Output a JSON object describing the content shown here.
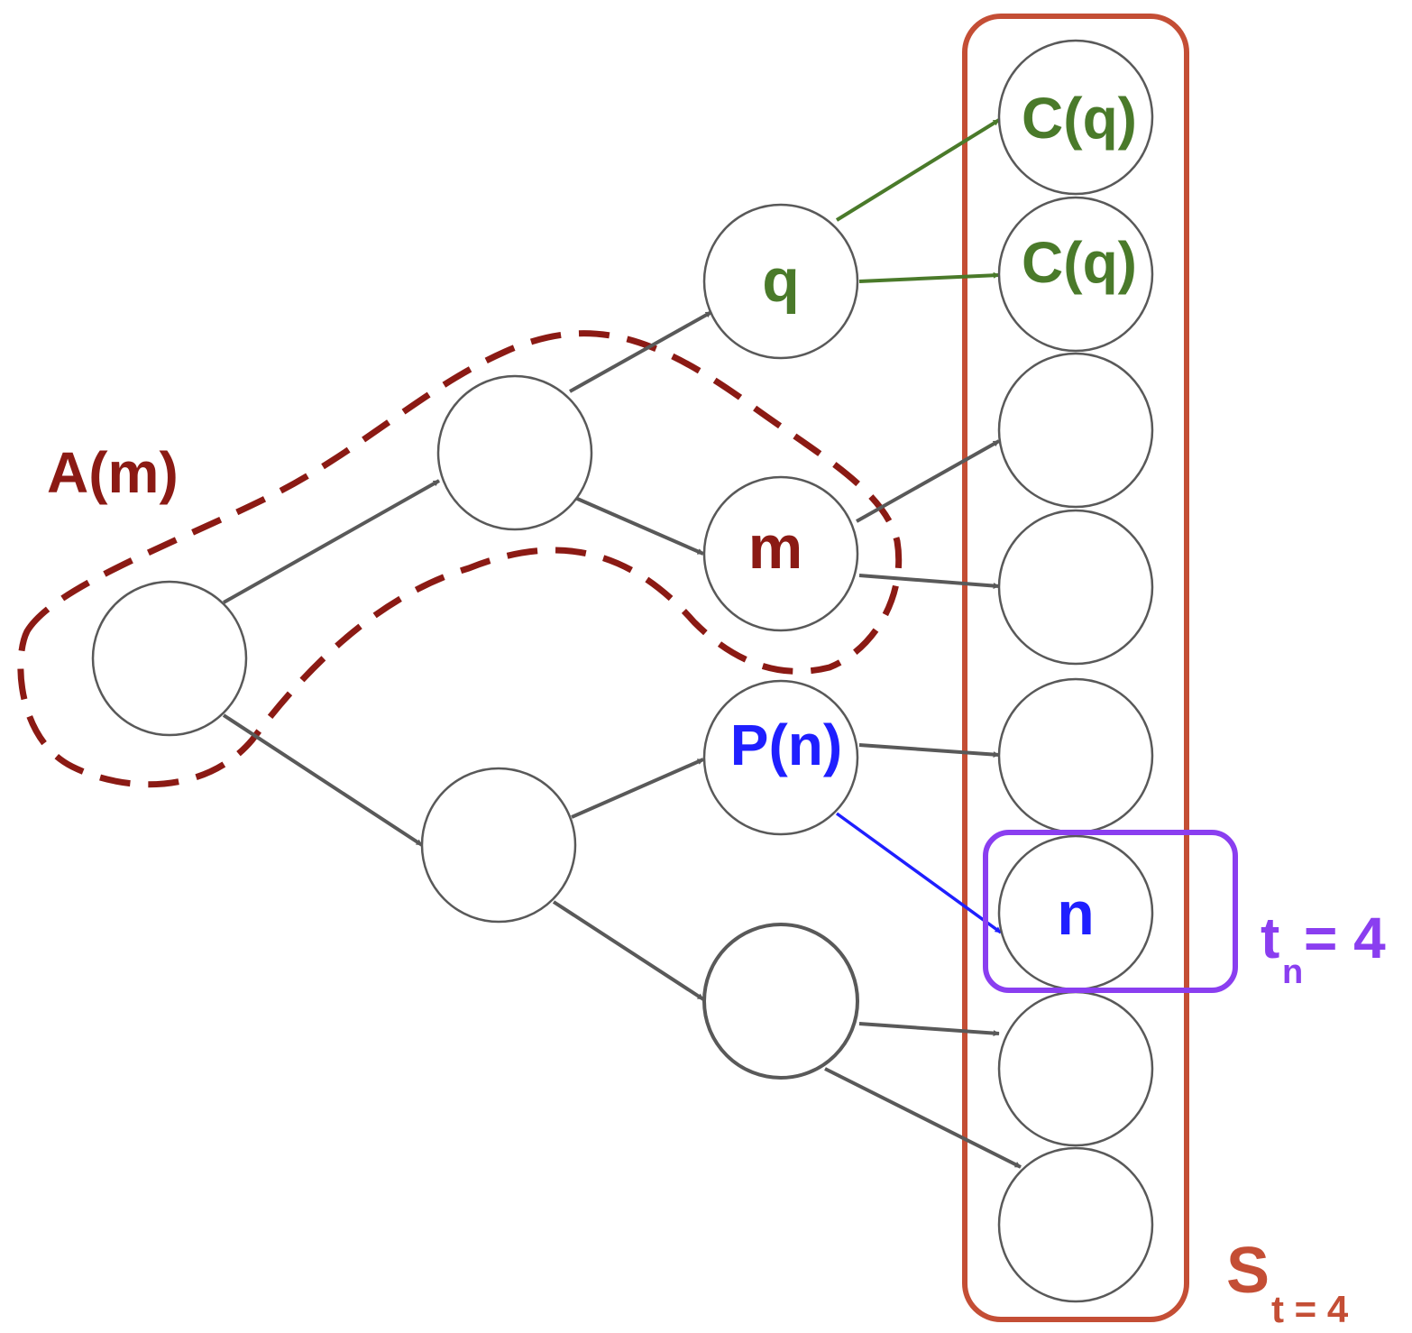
{
  "colors": {
    "node_stroke": "#595959",
    "edge": "#595959",
    "ancestor_red": "#8b1a14",
    "layer_box": "#c44e35",
    "child_green": "#4a7a2a",
    "parent_blue": "#1f1fff",
    "time_purple": "#8a3ef0"
  },
  "labels": {
    "ancestors": "A(m)",
    "node_q": "q",
    "node_m": "m",
    "node_parent": "P(n)",
    "node_n": "n",
    "child_1": "C(q)",
    "child_2": "C(q)",
    "time_main": "t",
    "time_sub": "n",
    "time_eq": "= 4",
    "layer_main": "S",
    "layer_sub": "t = 4"
  }
}
